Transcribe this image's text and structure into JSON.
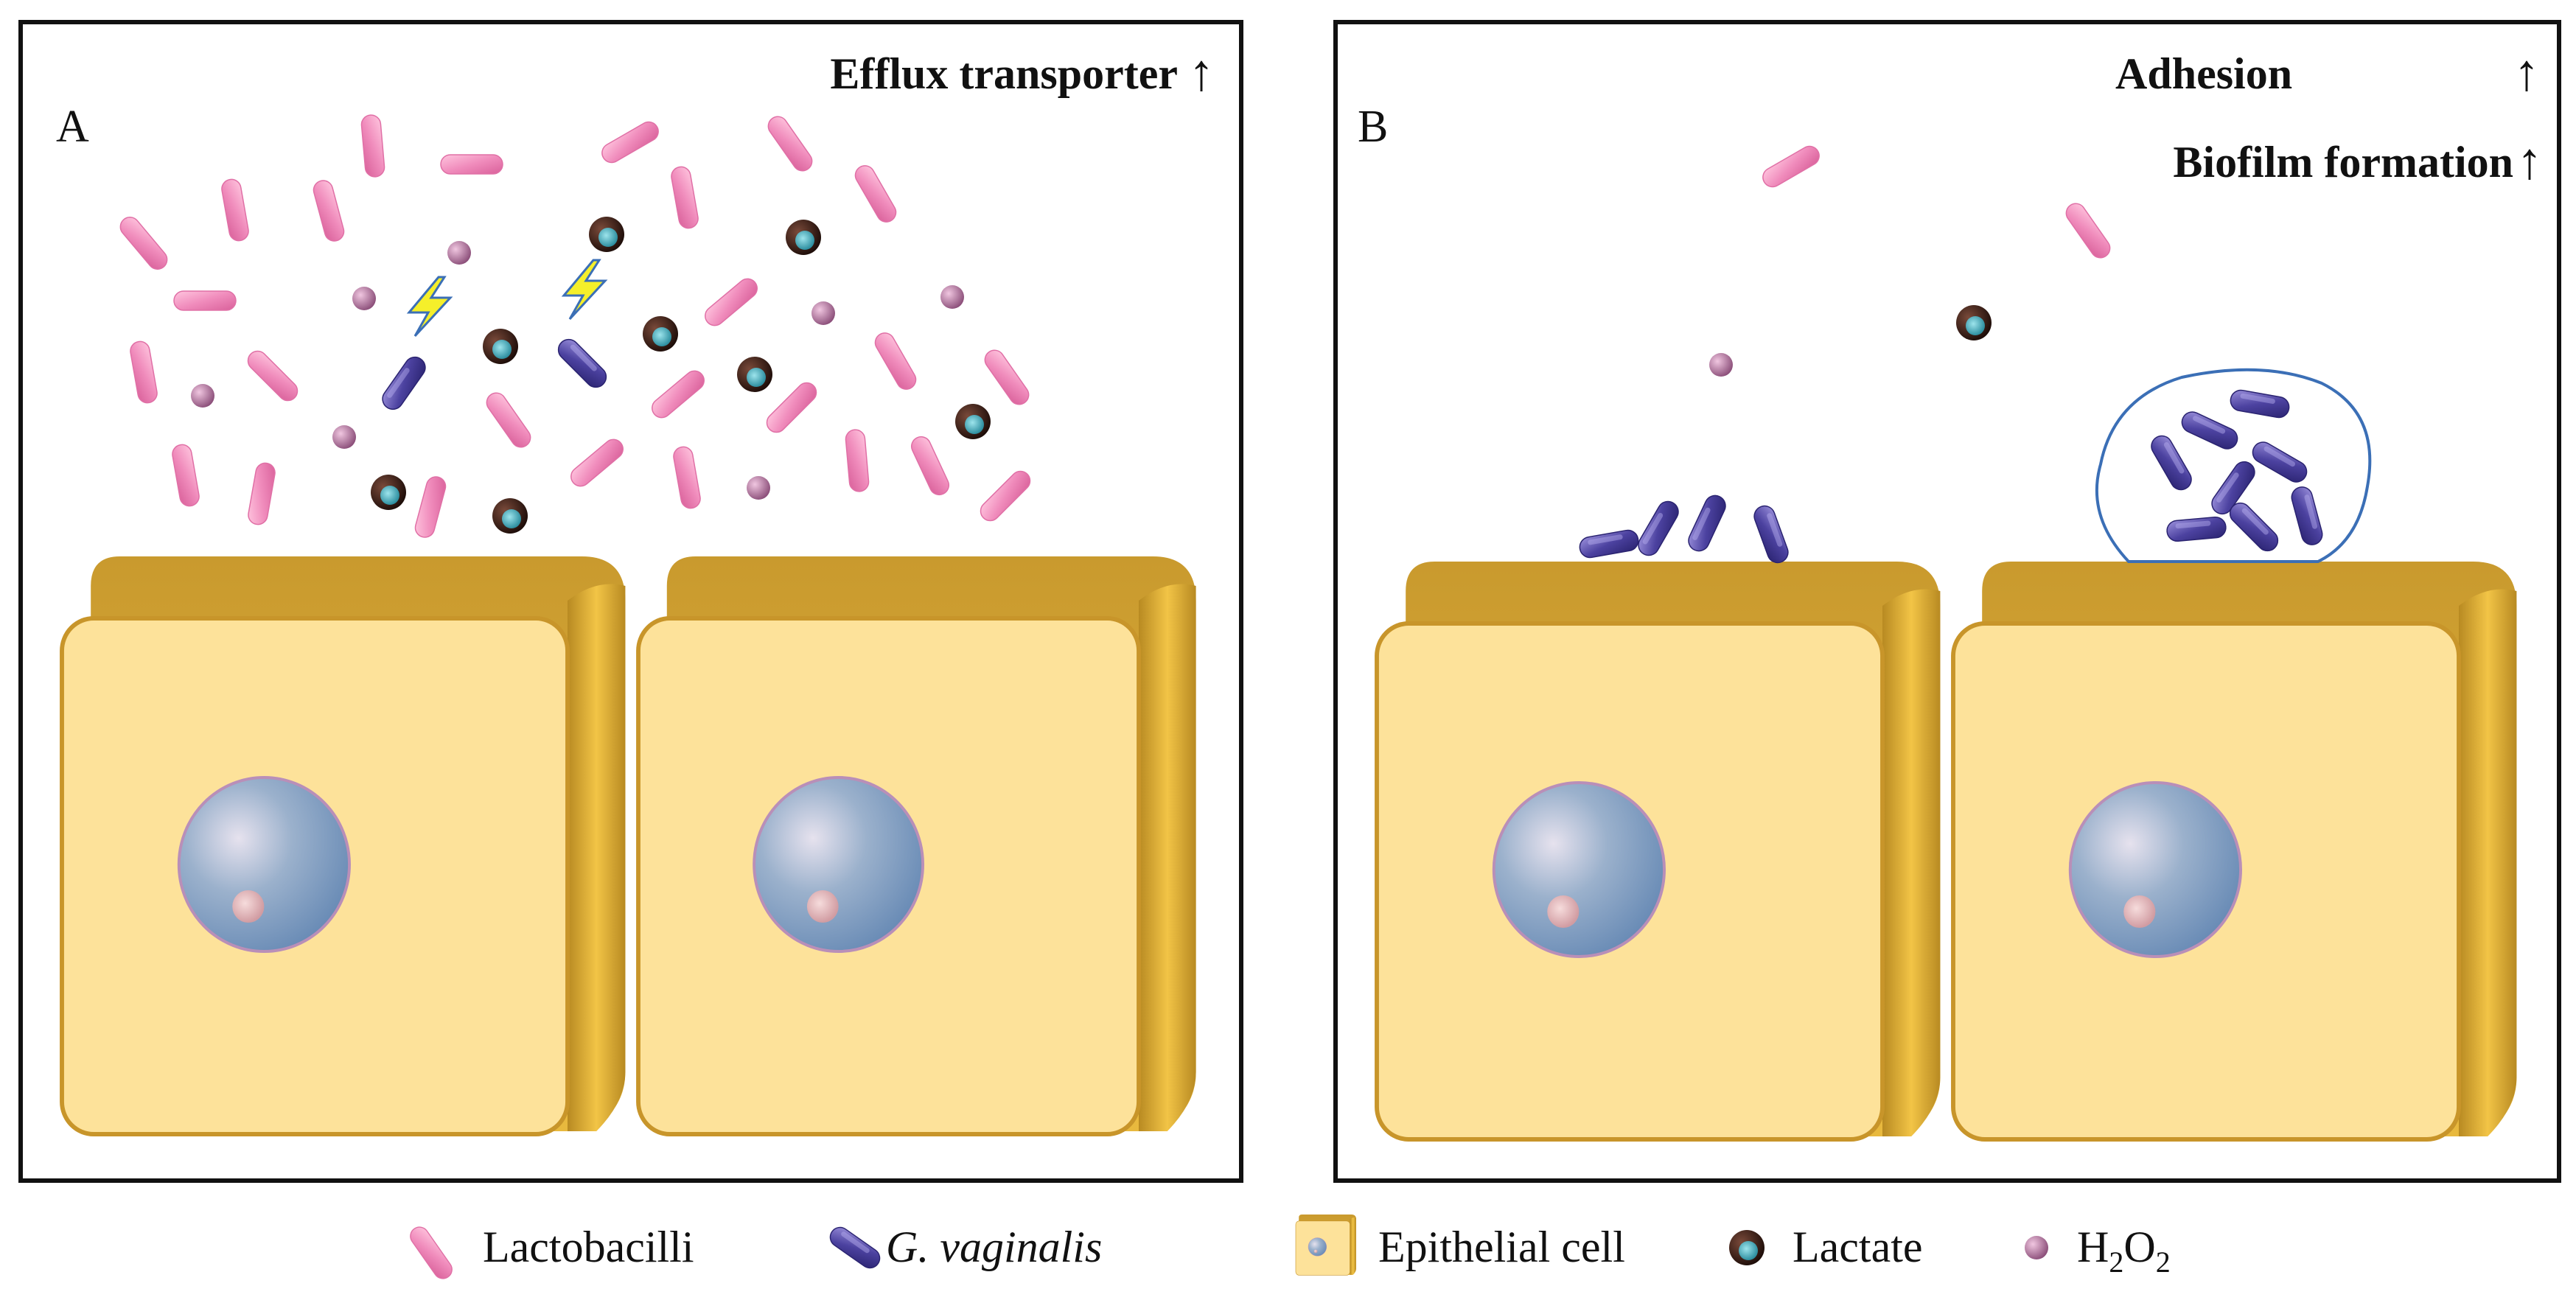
{
  "panel_a": {
    "label": "A",
    "annotation": "Efflux transporter",
    "annotation_arrow": "↑"
  },
  "panel_b": {
    "label": "B",
    "annotation_1": "Adhesion",
    "annotation_2": "Biofilm formation",
    "annotation_arrow": "↑"
  },
  "legend": {
    "lactobacilli": "Lactobacilli",
    "g_vaginalis": "G. vaginalis",
    "epithelial_cell": "Epithelial cell",
    "lactate": "Lactate",
    "h2o2_h": "H",
    "h2o2_sub1": "2",
    "h2o2_o": "O",
    "h2o2_sub2": "2"
  },
  "colors": {
    "lactobacilli": "#f08cbc",
    "g_vaginalis": "#4a3f9a",
    "epithelial_face": "#fde29a",
    "epithelial_side": "#d6a93a",
    "nucleus": "#7b9cc0",
    "lactate_outer": "#3a1f1a",
    "lactate_inner": "#3fa9b8",
    "h2o2": "#b0739e",
    "lightning": "#f5ef2a"
  }
}
